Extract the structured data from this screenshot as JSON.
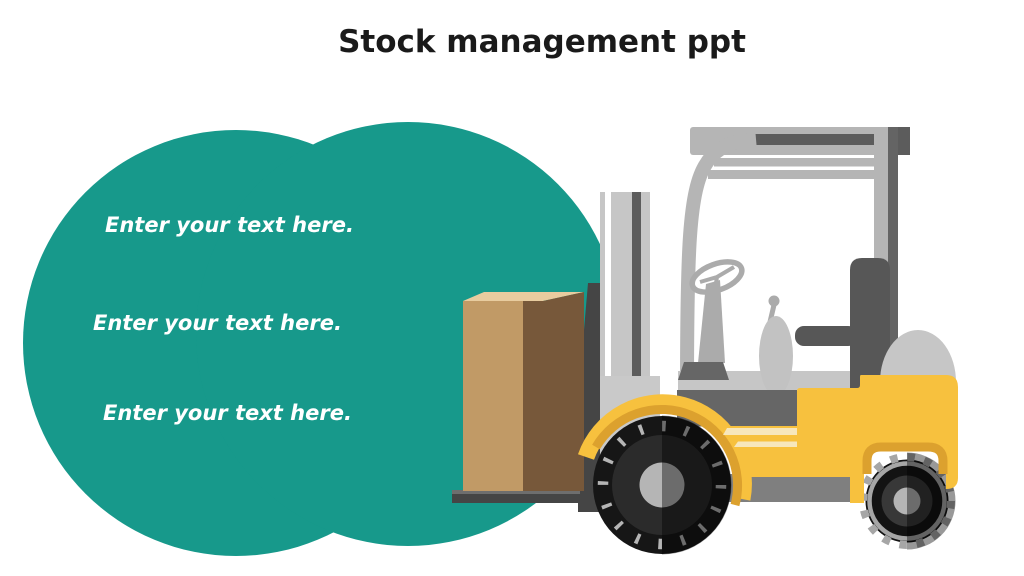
{
  "slide": {
    "title": "Stock management ppt",
    "placeholders": [
      {
        "text": "Enter your text here."
      },
      {
        "text": "Enter your text here."
      },
      {
        "text": "Enter your text here."
      }
    ],
    "illustration": "forklift-truck-carrying-cardboard-box",
    "colors": {
      "teal_circle": "#17998B",
      "forklift_yellow": "#F7C13E",
      "fender_orange": "#DCA12E",
      "cream_stripe": "#F7E7BC",
      "box_front": "#C19A66",
      "box_side": "#77583A",
      "box_top": "#E8CC9F",
      "frame_light_gray": "#B5B5B5",
      "frame_dark_gray": "#5C5C5C",
      "title_color": "#1A1A1A",
      "placeholder_text_color": "#FFFFFF",
      "background": "#FFFFFF"
    }
  }
}
